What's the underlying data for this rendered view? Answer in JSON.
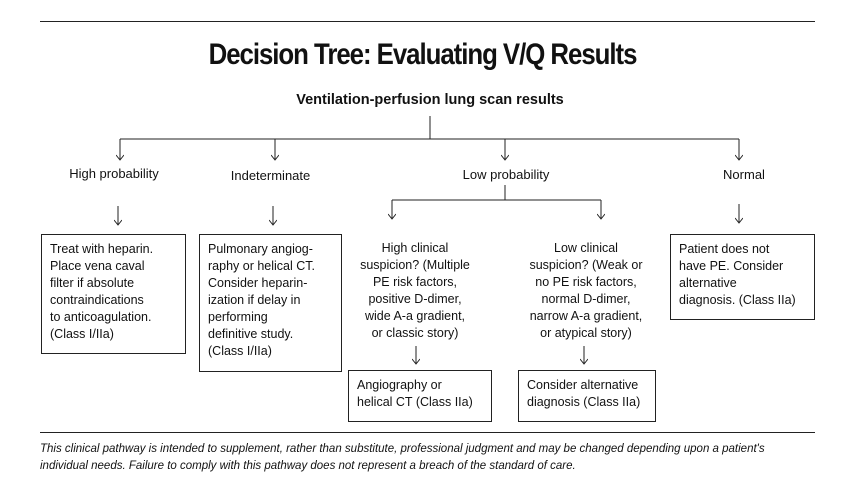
{
  "title": "Decision Tree: Evaluating V/Q Results",
  "subtitle": "Ventilation-perfusion lung scan results",
  "branches": {
    "high": "High probability",
    "indeterminate": "Indeterminate",
    "low": "Low probability",
    "normal": "Normal"
  },
  "boxes": {
    "high": [
      "Treat with heparin.",
      "Place vena caval",
      "filter if absolute",
      "contraindications",
      "to anticoagulation.",
      "(Class I/IIa)"
    ],
    "indeterminate": [
      "Pulmonary angiog-",
      "raphy or helical CT.",
      "Consider heparin-",
      "ization if delay in",
      "performing",
      "definitive study.",
      "(Class I/IIa)"
    ],
    "normal": [
      "Patient does not",
      "have PE. Consider",
      "alternative",
      "diagnosis. (Class IIa)"
    ],
    "high_suspicion_result": [
      "Angiography or",
      "helical CT (Class IIa)"
    ],
    "low_suspicion_result": [
      "Consider alternative",
      "diagnosis (Class IIa)"
    ]
  },
  "suspicion": {
    "high": [
      "High clinical",
      "suspicion? (Multiple",
      "PE risk factors,",
      "positive D-dimer,",
      "wide A-a gradient,",
      "or classic story)"
    ],
    "low": [
      "Low clinical",
      "suspicion? (Weak or",
      "no PE risk factors,",
      "normal D-dimer,",
      "narrow A-a gradient,",
      "or atypical story)"
    ]
  },
  "footer": "This clinical pathway is intended to supplement, rather than substitute, professional judgment and may be changed depending upon a patient's individual needs. Failure to comply with this pathway does not represent a breach of the standard of care."
}
